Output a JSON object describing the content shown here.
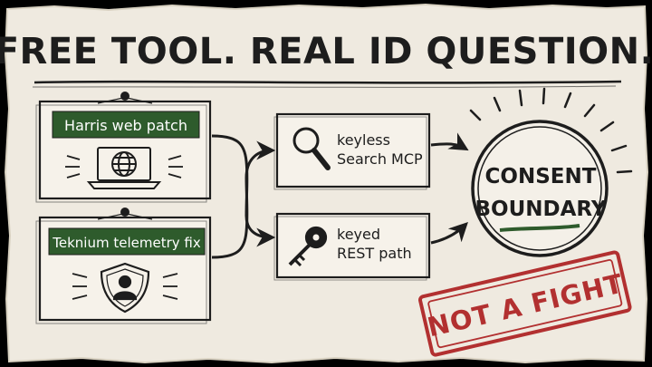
{
  "title": "FREE TOOL. REAL ID QUESTION.",
  "cards": {
    "harris": {
      "label": "Harris web patch",
      "icon": "globe-laptop-icon"
    },
    "teknium": {
      "label": "Teknium telemetry fix",
      "icon": "shield-user-icon"
    }
  },
  "paths": {
    "keyless": {
      "line1": "keyless",
      "line2": "Search MCP",
      "icon": "magnifier-icon"
    },
    "keyed": {
      "line1": "keyed",
      "line2": "REST path",
      "icon": "key-icon"
    }
  },
  "boundary": {
    "line1": "CONSENT",
    "line2": "BOUNDARY"
  },
  "stamp": {
    "text": "NOT A FIGHT"
  },
  "colors": {
    "paper": "#efeae0",
    "ink": "#1d1d1d",
    "label_green": "#2e5b2c",
    "stamp_red": "#b23030"
  }
}
